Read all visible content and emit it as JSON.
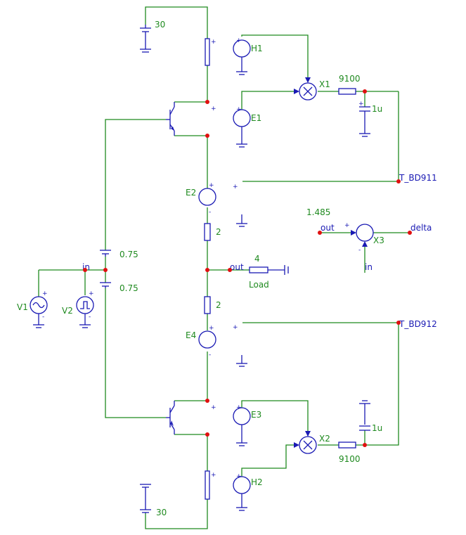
{
  "labels": {
    "v_top": "30",
    "v_bot": "30",
    "h1": "H1",
    "h2": "H2",
    "e1": "E1",
    "e2": "E2",
    "e3": "E3",
    "e4": "E4",
    "x1": "X1",
    "x2": "X2",
    "x3": "X3",
    "r_top": "9100",
    "r_bot": "9100",
    "c_top": "1u",
    "c_bot": "1u",
    "r_e_top": "2",
    "r_e_bot": "2",
    "bias_top": "0.75",
    "bias_bot": "0.75",
    "load_val": "4",
    "load_name": "Load",
    "v1": "V1",
    "v2": "V2",
    "offset": "1.485"
  },
  "nets": {
    "in": "in",
    "in_x3": "in",
    "out": "out",
    "out_x3": "out",
    "delta": "delta",
    "t_bd911": "T_BD911",
    "t_bd912": "T_BD912"
  },
  "colors": {
    "wire": "#1f8a1f",
    "component": "#1a1ab4",
    "node": "#e01010",
    "text": "#1f8a1f"
  }
}
